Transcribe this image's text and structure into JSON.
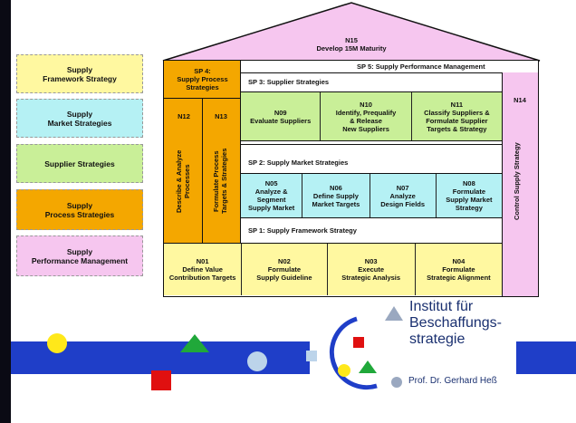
{
  "colors": {
    "pink": "#f6c6ef",
    "orange": "#f4a700",
    "green": "#c9ef98",
    "cyan": "#b5f1f4",
    "yellow": "#fff8a0",
    "blue": "#1f3ec8",
    "left_border": "#0a0a14"
  },
  "legend": [
    "Supply\nFramework Strategy",
    "Supply\nMarket Strategies",
    "Supplier Strategies",
    "Supply\nProcess Strategies",
    "Supply\nPerformance Management"
  ],
  "house": {
    "roof": "N15\nDevelop 15M Maturity",
    "sp4": "SP 4:\nSupply Process\nStrategies",
    "n12": "N12",
    "n13": "N13",
    "n12_text": "Describe & Analyze\nProcesses",
    "n13_text": "Formulate Process\nTargets & Strategies",
    "sp5": "SP 5: Supply Performance Management",
    "n14": "N14",
    "n14_text": "Control Supply Strategy",
    "sp3": "SP 3: Supplier Strategies",
    "supplier_cells": [
      "N09\nEvaluate Suppliers",
      "N10\nIdentify, Prequalify\n& Release\nNew Suppliers",
      "N11\nClassify Suppliers &\nFormulate Supplier\nTargets & Strategy"
    ],
    "sp2": "SP 2: Supply Market Strategies",
    "market_cells": [
      "N05\nAnalyze &\nSegment\nSupply Market",
      "N06\nDefine Supply\nMarket Targets",
      "N07\nAnalyze\nDesign Fields",
      "N08\nFormulate\nSupply Market\nStrategy"
    ],
    "sp1": "SP 1: Supply Framework Strategy",
    "framework_cells": [
      "N01\nDefine Value\nContribution Targets",
      "N02\nFormulate\nSupply Guideline",
      "N03\nExecute\nStrategic Analysis",
      "N04\nFormulate\nStrategic Alignment"
    ]
  },
  "logo": {
    "line1": "Institut für",
    "line2": "Beschaffungs-",
    "line3": "strategie",
    "author": "Prof. Dr. Gerhard Heß"
  }
}
